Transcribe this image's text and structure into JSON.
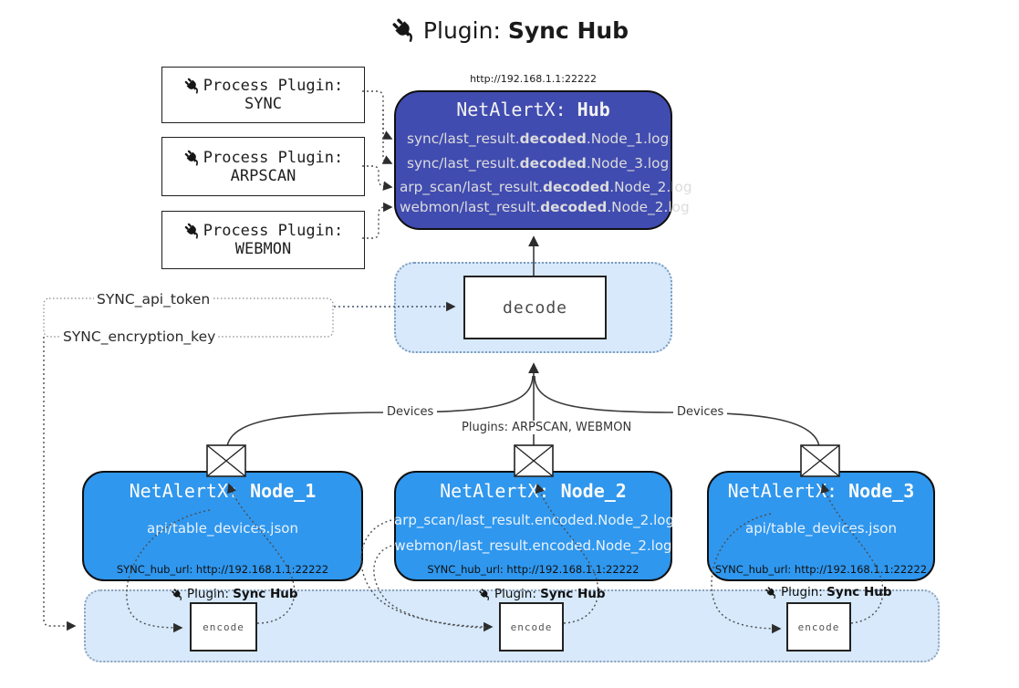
{
  "title": {
    "prefix": "Plugin: ",
    "bold": "Sync Hub"
  },
  "process_plugins": [
    {
      "label": "Process Plugin:",
      "name": "SYNC"
    },
    {
      "label": "Process Plugin:",
      "name": "ARPSCAN"
    },
    {
      "label": "Process Plugin:",
      "name": "WEBMON"
    }
  ],
  "hub": {
    "url": "http://192.168.1.1:22222",
    "title_prefix": "NetAlertX: ",
    "title_bold": "Hub",
    "lines": [
      {
        "pre": "sync/last_result.",
        "bold": "decoded",
        "post": ".Node_1.log"
      },
      {
        "pre": "sync/last_result.",
        "bold": "decoded",
        "post": ".Node_3.log"
      },
      {
        "pre": "arp_scan/last_result.",
        "bold": "decoded",
        "post": ".Node_2.log"
      },
      {
        "pre": "webmon/last_result.",
        "bold": "decoded",
        "post": ".Node_2.log"
      }
    ]
  },
  "decode": {
    "label": "decode"
  },
  "config": {
    "api_token": "SYNC_api_token",
    "encryption_key": "SYNC_encryption_key"
  },
  "edges": {
    "devices_left": "Devices",
    "devices_right": "Devices",
    "plugins_center": "Plugins: ARPSCAN, WEBMON"
  },
  "nodes": [
    {
      "title_prefix": "NetAlertX: ",
      "title_bold": "Node_1",
      "file1": "api/table_devices.json",
      "hub_url": "SYNC_hub_url: http://192.168.1.1:22222"
    },
    {
      "title_prefix": "NetAlertX: ",
      "title_bold": "Node_2",
      "file1": "arp_scan/last_result.encoded.Node_2.log",
      "file2": "webmon/last_result.encoded.Node_2.log",
      "hub_url": "SYNC_hub_url: http://192.168.1.1:22222"
    },
    {
      "title_prefix": "NetAlertX: ",
      "title_bold": "Node_3",
      "file1": "api/table_devices.json",
      "hub_url": "SYNC_hub_url: http://192.168.1.1:22222"
    }
  ],
  "encoders": [
    {
      "label_prefix": "Plugin: ",
      "label_bold": "Sync Hub",
      "box": "encode"
    },
    {
      "label_prefix": "Plugin: ",
      "label_bold": "Sync Hub",
      "box": "encode"
    },
    {
      "label_prefix": "Plugin: ",
      "label_bold": "Sync Hub",
      "box": "encode"
    }
  ],
  "colors": {
    "hub_fill": "#414CB0",
    "node_fill": "#2F97EE",
    "container_fill": "#D7E9FB",
    "line": "#3a3a3a"
  }
}
